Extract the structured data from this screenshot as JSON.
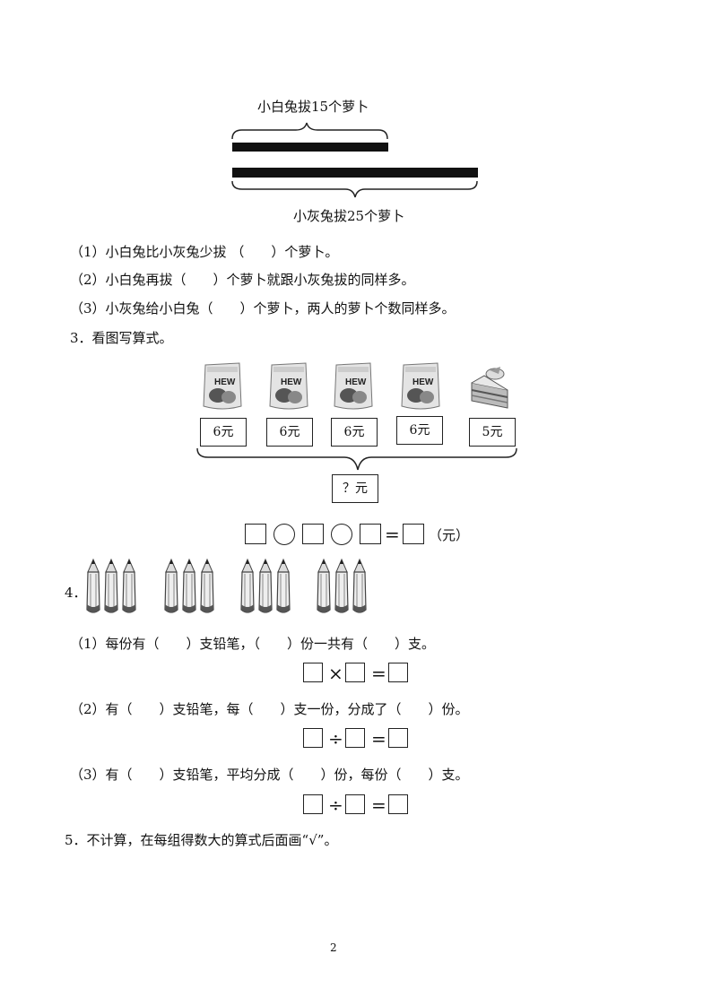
{
  "diagram": {
    "white_label": "小白兔拔15个萝卜",
    "gray_label": "小灰兔拔25个萝卜"
  },
  "q2": {
    "items": [
      "（1）小白兔比小灰兔少拔 （　　）个萝卜。",
      "（2）小白兔再拔（　　）个萝卜就跟小灰兔拔的同样多。",
      "（3）小灰兔给小白兔（　　）个萝卜，两人的萝卜个数同样多。"
    ]
  },
  "q3": {
    "heading": "3．看图写算式。",
    "prices": [
      "6元",
      "6元",
      "6元",
      "6元",
      "5元"
    ],
    "total": "？元",
    "equation_equals": "=",
    "unit": "（元）",
    "item_icons": [
      "candy-bag-icon",
      "candy-bag-icon",
      "candy-bag-icon",
      "candy-bag-icon",
      "cake-slice-icon"
    ]
  },
  "q4": {
    "number": "4．",
    "groups": 4,
    "pencils_per_group": 3,
    "items": [
      {
        "text": "（1）每份有（　　）支铅笔，（　　）份一共有（　　）支。",
        "op": "×",
        "eq": "="
      },
      {
        "text": "（2）有（　　）支铅笔，每（　　）支一份，分成了（　　）份。",
        "op": "÷",
        "eq": "="
      },
      {
        "text": "（3）有（　　）支铅笔，平均分成（　　）份，每份（　　）支。",
        "op": "÷",
        "eq": "="
      }
    ]
  },
  "q5": {
    "heading": "5．不计算，在每组得数大的算式后面画“√”。"
  },
  "page_number": "2"
}
